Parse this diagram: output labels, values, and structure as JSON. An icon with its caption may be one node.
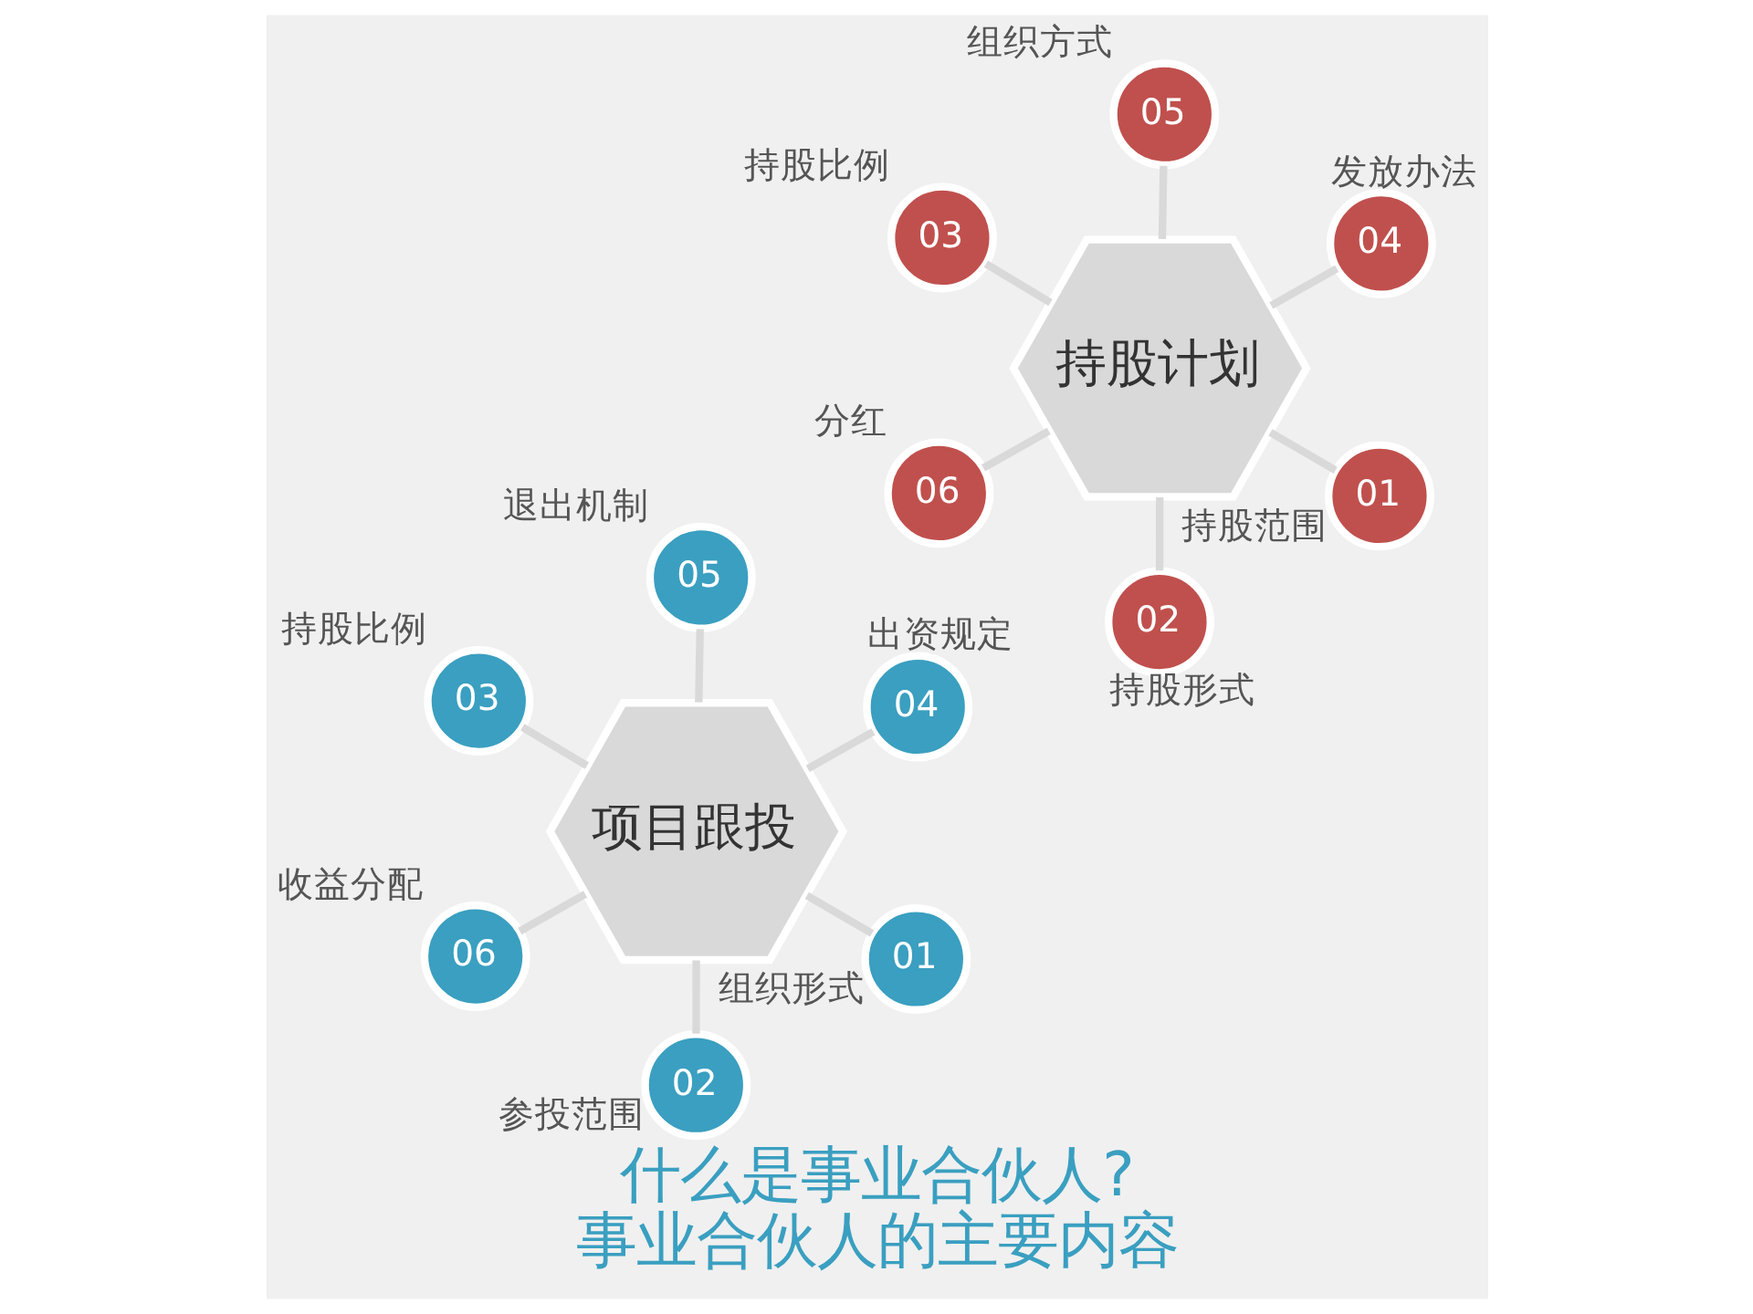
{
  "diagram": {
    "title": "什么是事业合伙人?",
    "caption": "事业合伙人的主要内容",
    "nodes": [
      {
        "text": [
          "项目跟投"
        ]
      },
      {
        "text": [
          "01"
        ],
        "beside": [
          "组织形式"
        ]
      },
      {
        "text": [
          "02"
        ],
        "beside": [
          "参投范围"
        ]
      },
      {
        "text": [
          "03"
        ],
        "beside": [
          "持股比例"
        ]
      },
      {
        "text": [
          "04"
        ],
        "beside": [
          "出资规定"
        ]
      },
      {
        "text": [
          "05"
        ],
        "beside": [
          "退出机制"
        ]
      },
      {
        "text": [
          "06"
        ],
        "beside": [
          "收益分配"
        ]
      },
      {
        "text": [
          "持股计划"
        ]
      },
      {
        "text": [
          "01"
        ],
        "beside": [
          "持股范围"
        ]
      },
      {
        "text": [
          "02"
        ],
        "beside": [
          "持股形式"
        ]
      },
      {
        "text": [
          "03"
        ],
        "beside": [
          "持股比例"
        ]
      },
      {
        "text": [
          "04"
        ],
        "beside": [
          "发放办法"
        ]
      },
      {
        "text": [
          "05"
        ],
        "beside": [
          "组织方式"
        ]
      },
      {
        "text": [
          "06"
        ],
        "beside": [
          "分红"
        ]
      }
    ],
    "edges": [
      {
        "from": 0,
        "to": 1,
        "arrow": "none"
      },
      {
        "from": 0,
        "to": 2,
        "arrow": "none"
      },
      {
        "from": 0,
        "to": 3,
        "arrow": "none"
      },
      {
        "from": 0,
        "to": 4,
        "arrow": "none"
      },
      {
        "from": 0,
        "to": 5,
        "arrow": "none"
      },
      {
        "from": 0,
        "to": 6,
        "arrow": "none"
      },
      {
        "from": 7,
        "to": 8,
        "arrow": "none"
      },
      {
        "from": 7,
        "to": 9,
        "arrow": "none"
      },
      {
        "from": 7,
        "to": 10,
        "arrow": "none"
      },
      {
        "from": 7,
        "to": 11,
        "arrow": "none"
      },
      {
        "from": 7,
        "to": 12,
        "arrow": "none"
      },
      {
        "from": 7,
        "to": 13,
        "arrow": "none"
      }
    ]
  }
}
